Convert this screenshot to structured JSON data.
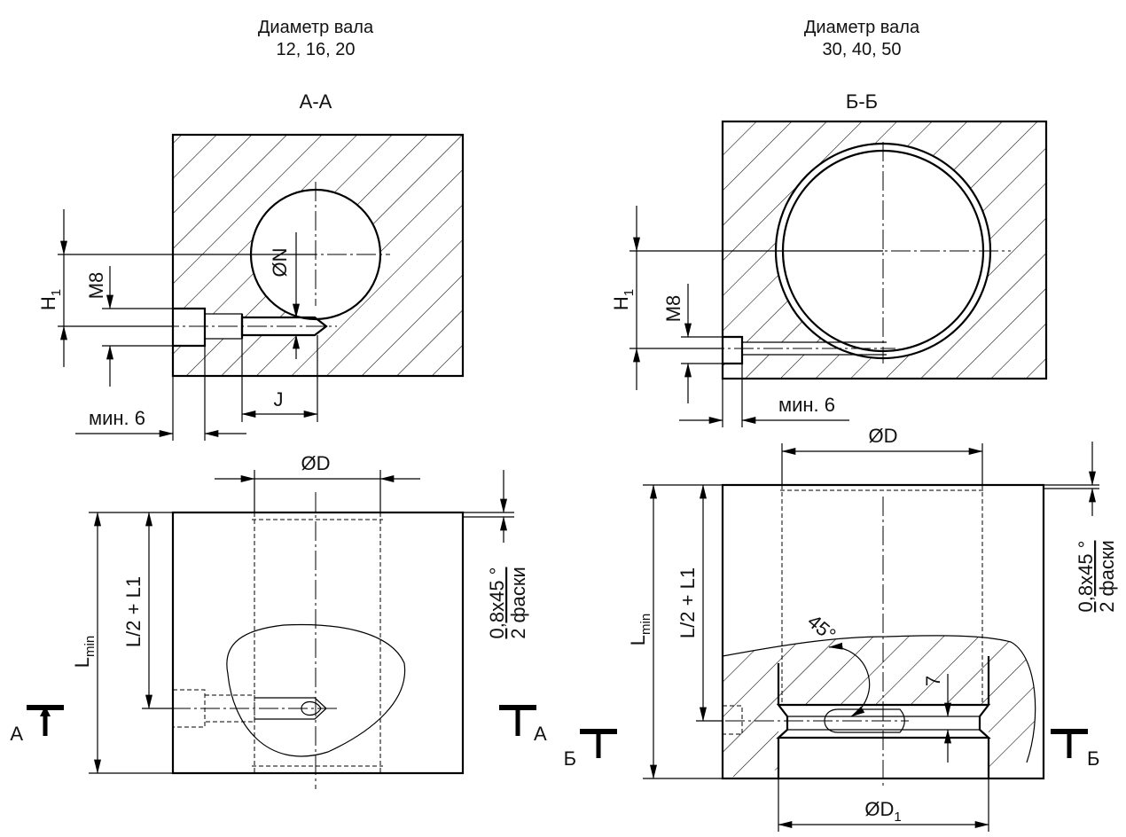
{
  "left_view": {
    "header_line1": "Диаметр вала",
    "header_line2": "12, 16, 20",
    "section_title": "А-А",
    "dim_h1": "H",
    "dim_h1_sub": "1",
    "dim_m8": "M8",
    "dim_n": "ØN",
    "dim_j": "J",
    "dim_min6": "мин. 6",
    "dim_d": "ØD",
    "dim_lmin": "L",
    "dim_lmin_sub": "min",
    "dim_l2": "L/2 + L1",
    "chamfer_value": "0,8x45 °",
    "chamfer_note": "2 фаски",
    "cut_label_left": "А",
    "cut_label_right": "А"
  },
  "right_view": {
    "header_line1": "Диаметр вала",
    "header_line2": "30, 40, 50",
    "section_title": "Б-Б",
    "dim_h1": "H",
    "dim_h1_sub": "1",
    "dim_m8": "M8",
    "dim_min6": "мин. 6",
    "dim_d": "ØD",
    "dim_d1": "ØD",
    "dim_d1_sub": "1",
    "dim_lmin": "L",
    "dim_lmin_sub": "min",
    "dim_l2": "L/2 + L1",
    "dim_angle": "45°",
    "dim_7": "7",
    "chamfer_value": "0,8x45 °",
    "chamfer_note": "2 фаски",
    "cut_label_left": "Б",
    "cut_label_right": "Б"
  }
}
